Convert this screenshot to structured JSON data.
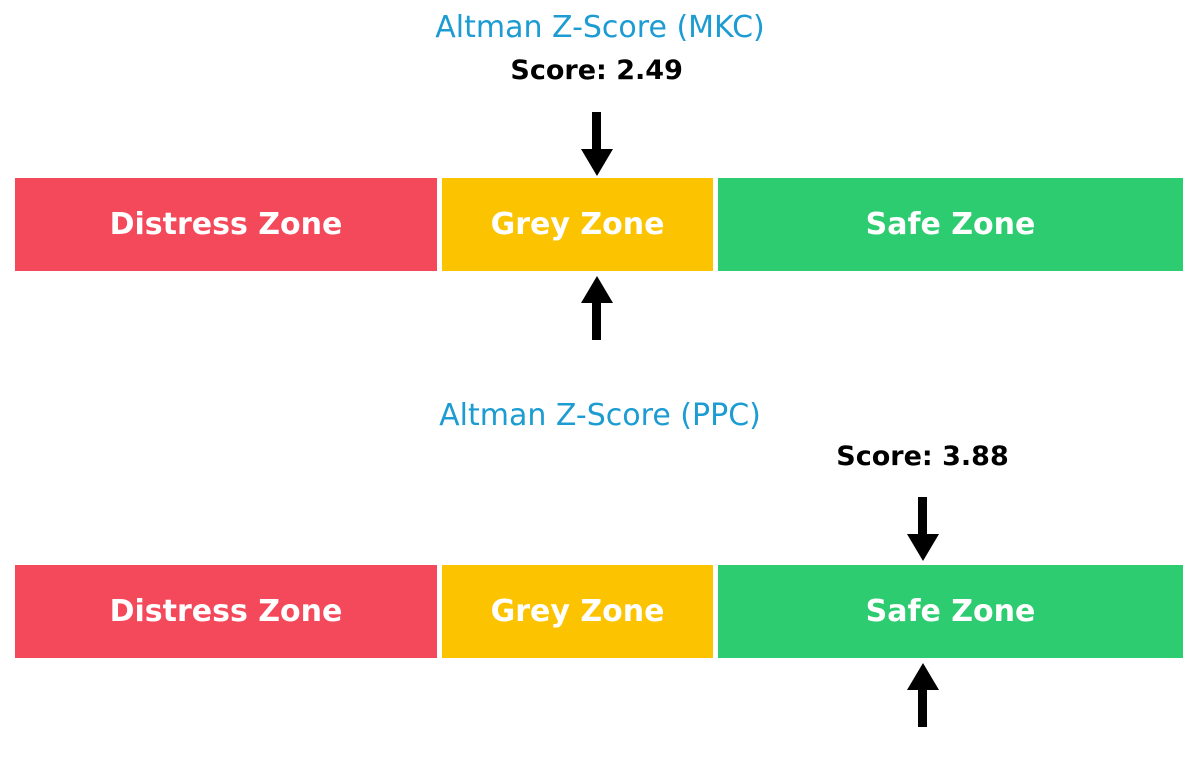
{
  "colors": {
    "title_blue": "#1c9cd2",
    "score_black": "#000000",
    "arrow_black": "#000000",
    "zone_label_white": "#ffffff",
    "distress_red": "#f4495a",
    "grey_yellow": "#fcc301",
    "safe_green": "#2ecc71",
    "background": "#ffffff"
  },
  "charts": [
    {
      "title": "Altman Z-Score (MKC)",
      "score_label": "Score: 2.49",
      "score_value": 2.49,
      "marker_x_pct": 49.8,
      "score_zone": "Grey Zone",
      "zones": [
        {
          "label": "Distress Zone",
          "color": "#f4495a"
        },
        {
          "label": "Grey Zone",
          "color": "#fcc301"
        },
        {
          "label": "Safe Zone",
          "color": "#2ecc71"
        }
      ]
    },
    {
      "title": "Altman Z-Score (PPC)",
      "score_label": "Score: 3.88",
      "score_value": 3.88,
      "marker_x_pct": 77.7,
      "score_zone": "Safe Zone",
      "zones": [
        {
          "label": "Distress Zone",
          "color": "#f4495a"
        },
        {
          "label": "Grey Zone",
          "color": "#fcc301"
        },
        {
          "label": "Safe Zone",
          "color": "#2ecc71"
        }
      ]
    }
  ],
  "chart_data": [
    {
      "type": "bar",
      "title": "Altman Z-Score (MKC)",
      "categories": [
        "Distress Zone",
        "Grey Zone",
        "Safe Zone"
      ],
      "zone_colors": [
        "#f4495a",
        "#fcc301",
        "#2ecc71"
      ],
      "annotations": [
        {
          "label": "Score: 2.49",
          "value": 2.49,
          "zone": "Grey Zone",
          "markers": [
            "arrow-down-above-bar",
            "arrow-up-below-bar"
          ]
        }
      ],
      "legend_position": "none",
      "grid": false
    },
    {
      "type": "bar",
      "title": "Altman Z-Score (PPC)",
      "categories": [
        "Distress Zone",
        "Grey Zone",
        "Safe Zone"
      ],
      "zone_colors": [
        "#f4495a",
        "#fcc301",
        "#2ecc71"
      ],
      "annotations": [
        {
          "label": "Score: 3.88",
          "value": 3.88,
          "zone": "Safe Zone",
          "markers": [
            "arrow-down-above-bar",
            "arrow-up-below-bar"
          ]
        }
      ],
      "legend_position": "none",
      "grid": false
    }
  ]
}
